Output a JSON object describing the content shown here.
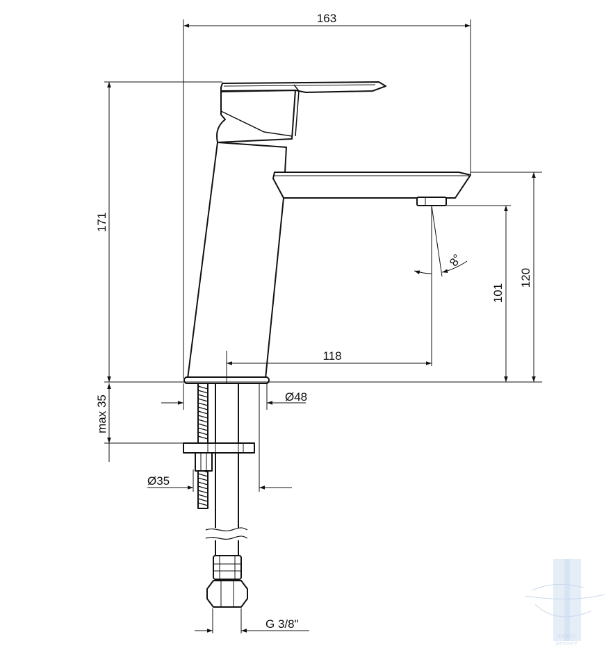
{
  "dimensions": {
    "overall_width": "163",
    "overall_height": "171",
    "spout_height": "120",
    "outlet_height": "101",
    "reach": "118",
    "angle": "8°",
    "base_diameter": "Ø48",
    "hole_diameter": "Ø35",
    "max_thickness": "max 35",
    "connection": "G 3/8\""
  },
  "watermark": {
    "text": "vannu pasaule",
    "color": "#b9cde6"
  },
  "colors": {
    "line": "#111111",
    "background": "#ffffff"
  }
}
